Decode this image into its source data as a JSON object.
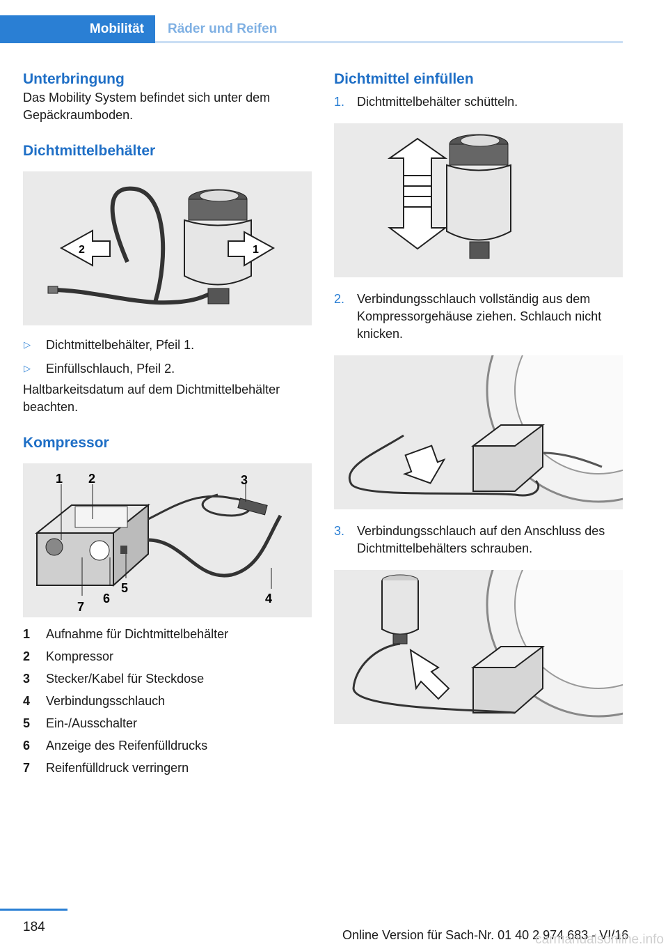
{
  "header": {
    "tab_active": "Mobilität",
    "tab_inactive": "Räder und Reifen"
  },
  "left": {
    "section1_title": "Unterbringung",
    "section1_text": "Das Mobility System befindet sich unter dem Gepäckraumboden.",
    "section2_title": "Dichtmittelbehälter",
    "figure1_labels": [
      "2",
      "1"
    ],
    "bullets": [
      {
        "text": "Dichtmittelbehälter, Pfeil 1."
      },
      {
        "text": "Einfüllschlauch, Pfeil 2."
      }
    ],
    "note": "Haltbarkeitsdatum auf dem Dichtmittelbehälter beachten.",
    "section3_title": "Kompressor",
    "figure2_labels": [
      "1",
      "2",
      "3",
      "4",
      "5",
      "6",
      "7"
    ],
    "legend": [
      {
        "num": "1",
        "text": "Aufnahme für Dichtmittelbehälter"
      },
      {
        "num": "2",
        "text": "Kompressor"
      },
      {
        "num": "3",
        "text": "Stecker/Kabel für Steckdose"
      },
      {
        "num": "4",
        "text": "Verbindungsschlauch"
      },
      {
        "num": "5",
        "text": "Ein-/Ausschalter"
      },
      {
        "num": "6",
        "text": "Anzeige des Reifenfülldrucks"
      },
      {
        "num": "7",
        "text": "Reifenfülldruck verringern"
      }
    ]
  },
  "right": {
    "title": "Dichtmittel einfüllen",
    "steps": [
      {
        "num": "1.",
        "text": "Dichtmittelbehälter schütteln."
      },
      {
        "num": "2.",
        "text": "Verbindungsschlauch vollständig aus dem Kompressorgehäuse ziehen. Schlauch nicht knicken."
      },
      {
        "num": "3.",
        "text": "Verbindungsschlauch auf den Anschluss des Dichtmittelbehälters schrauben."
      }
    ]
  },
  "footer": {
    "page": "184",
    "online": "Online Version für Sach-Nr. 01 40 2 974 683 - VI/16",
    "watermark": "carmanualsonline.info"
  }
}
